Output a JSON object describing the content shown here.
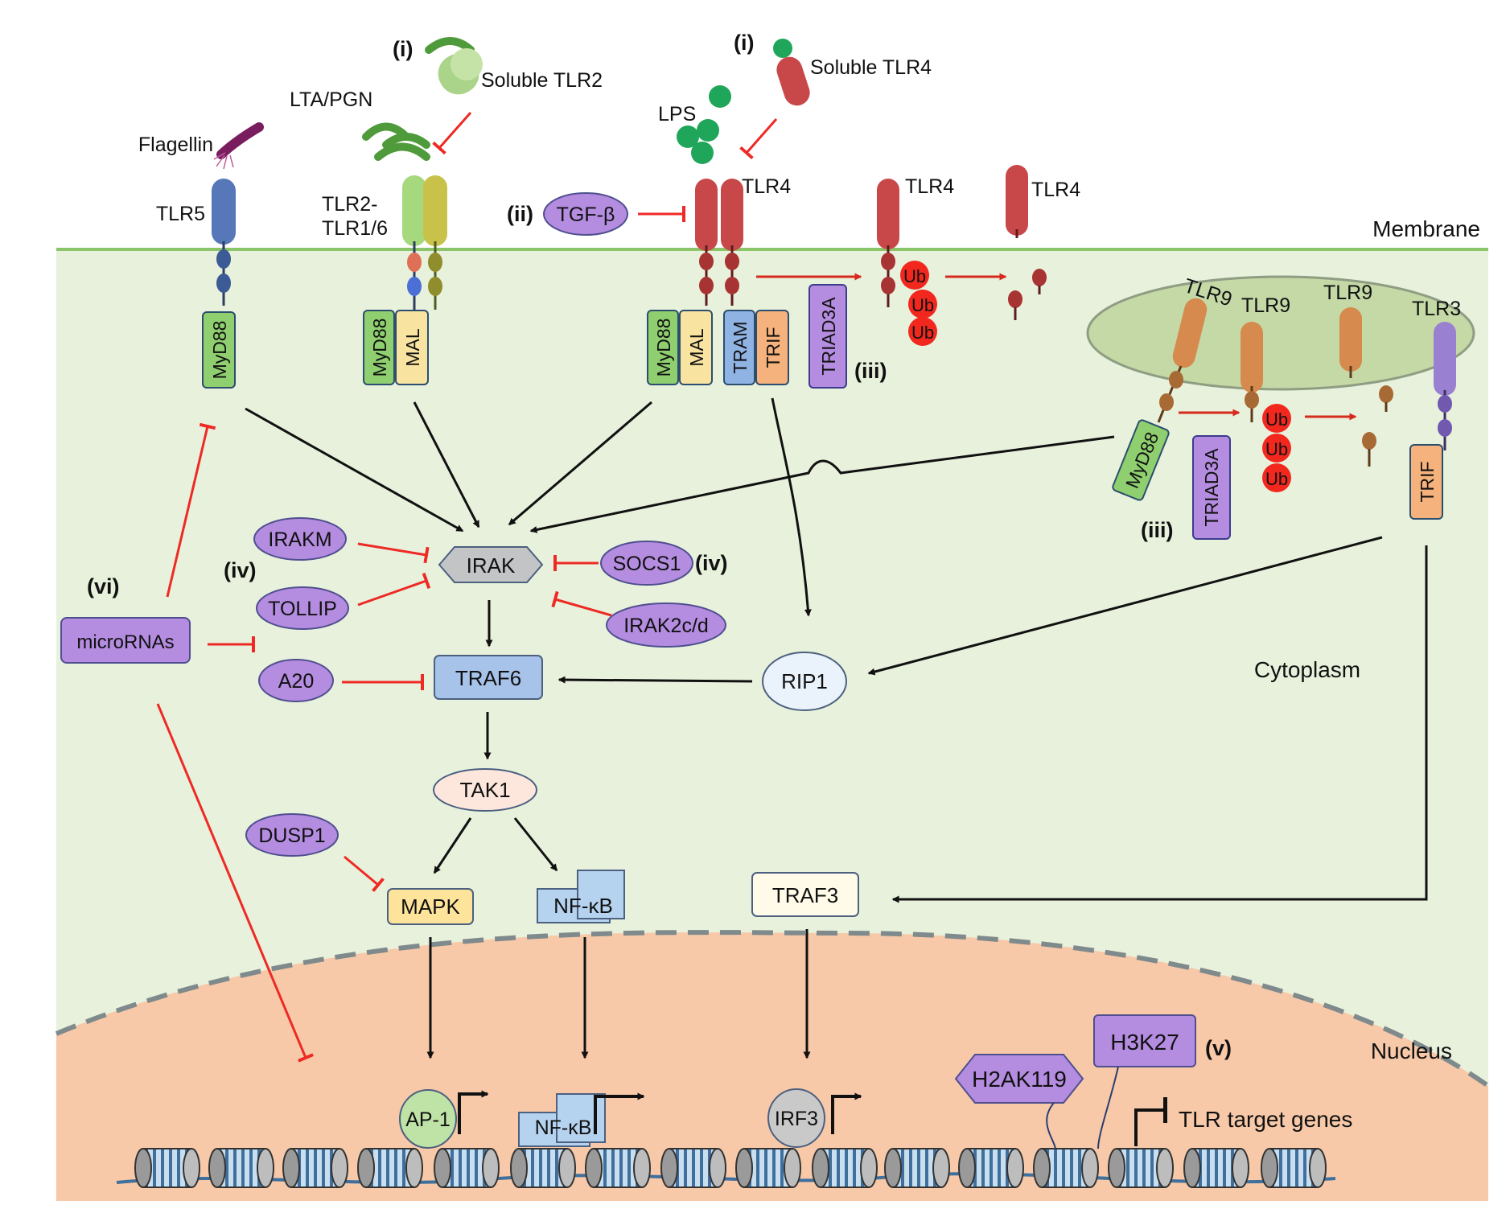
{
  "regions": {
    "membrane": "Membrane",
    "cytoplasm": "Cytoplasm",
    "nucleus": "Nucleus"
  },
  "roman": {
    "i": "(i)",
    "ii": "(ii)",
    "iii": "(iii)",
    "iv": "(iv)",
    "v": "(v)",
    "vi": "(vi)"
  },
  "ligands": {
    "flagellin": "Flagellin",
    "lta_pgn": "LTA/PGN",
    "soluble_tlr2": "Soluble TLR2",
    "lps": "LPS",
    "soluble_tlr4": "Soluble TLR4"
  },
  "receptors": {
    "tlr5": "TLR5",
    "tlr2_line1": "TLR2-",
    "tlr2_line2": "TLR1/6",
    "tlr4": "TLR4",
    "tlr9": "TLR9",
    "tlr3": "TLR3"
  },
  "adaptors": {
    "myd88": "MyD88",
    "mal": "MAL",
    "tram": "TRAM",
    "trif": "TRIF",
    "triad3a": "TRIAD3A",
    "ub": "Ub"
  },
  "signaling": {
    "irak": "IRAK",
    "traf6": "TRAF6",
    "tak1": "TAK1",
    "mapk": "MAPK",
    "nfkb": "NF-κB",
    "rip1": "RIP1",
    "traf3": "TRAF3",
    "ap1": "AP-1",
    "irf3": "IRF3"
  },
  "regulators": {
    "tgf_beta": "TGF-β",
    "irakm": "IRAKM",
    "tollip": "TOLLIP",
    "a20": "A20",
    "socs1": "SOCS1",
    "irak2cd": "IRAK2c/d",
    "dusp1": "DUSP1",
    "micrornas": "microRNAs",
    "h2ak119": "H2AK119",
    "h3k27": "H3K27"
  },
  "genes": {
    "tlr_target_genes": "TLR target genes"
  },
  "colors": {
    "cytoplasm": "#e8f1dc",
    "nucleus": "#f7c9a8",
    "inhibitor": "#ee2a24",
    "regulator_purple": "#b48ce0",
    "tlr4_red": "#c8484a",
    "tlr9_orange": "#d68a4e",
    "ub_red": "#f2281f"
  }
}
